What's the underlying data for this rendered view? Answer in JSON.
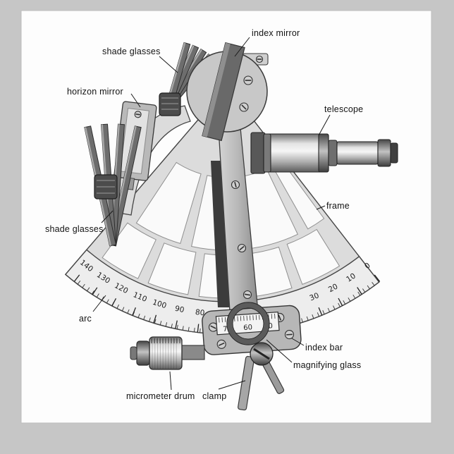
{
  "colors": {
    "background": "#c6c6c6",
    "paper": "#fdfdfd",
    "frame_fill": "#dcdcdc",
    "cutout_fill": "#fafafa",
    "outline": "#454545",
    "dark_metal": "#4c4c4c",
    "label_text": "#131313"
  },
  "labels": {
    "index_mirror": "index mirror",
    "shade_glasses_top": "shade glasses",
    "horizon_mirror": "horizon mirror",
    "telescope": "telescope",
    "frame": "frame",
    "shade_glasses_left": "shade glasses",
    "arc": "arc",
    "index_bar": "index bar",
    "magnifying_glass": "magnifying glass",
    "micrometer_drum": "micrometer drum",
    "clamp": "clamp"
  },
  "arc_scale": {
    "numbers": [
      {
        "text": "140",
        "angle": 128
      },
      {
        "text": "130",
        "angle": 122.8
      },
      {
        "text": "120",
        "angle": 117.6
      },
      {
        "text": "110",
        "angle": 112.4
      },
      {
        "text": "100",
        "angle": 107.2
      },
      {
        "text": "90",
        "angle": 102
      },
      {
        "text": "80",
        "angle": 96.8
      },
      {
        "text": "30",
        "angle": 67.5
      },
      {
        "text": "20",
        "angle": 62.3
      },
      {
        "text": "10",
        "angle": 57.1
      },
      {
        "text": "0",
        "angle": 52
      }
    ]
  },
  "micrometer": {
    "numbers": [
      "70",
      "60",
      "50"
    ]
  }
}
